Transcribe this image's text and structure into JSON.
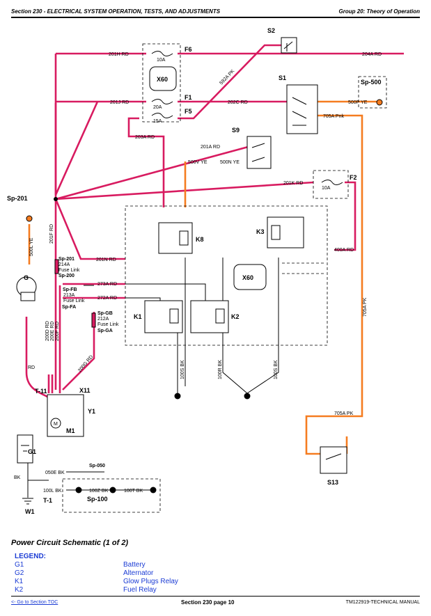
{
  "header": {
    "left": "Section 230 - ELECTRICAL SYSTEM OPERATION, TESTS, AND ADJUSTMENTS",
    "right": "Group 20: Theory of Operation"
  },
  "components": {
    "S2": "S2",
    "S1": "S1",
    "S9": "S9",
    "S13": "S13",
    "Sp500": "Sp-500",
    "X60a": "X60",
    "X60b": "X60",
    "K1": "K1",
    "K2": "K2",
    "K3": "K3",
    "F6": "F6",
    "F1": "F1",
    "F5": "F5",
    "F2": "F2",
    "G": "G",
    "M1": "M1",
    "Y1": "Y1",
    "G1": "G1",
    "W1": "W1",
    "T1": "T-1",
    "T11": "T-11",
    "X11": "X11",
    "Sp201": "Sp-201",
    "Sp050": "Sp-050",
    "Sp100": "Sp-100"
  },
  "wires": {
    "w201H": "201H RD",
    "w204A": "204A RD",
    "w592A": "592A PK",
    "w201J": "201J RD",
    "w202C": "202C RD",
    "w500P": "500P YE",
    "w705Apnk": "705A Pnk",
    "w203A": "203A RD",
    "w201A": "201A RD",
    "w500V": "500V YE",
    "w500N": "500N YE",
    "w201K": "201K RD",
    "w201F": "201F RD",
    "w500L": "500L YE",
    "w201N": "201N RD",
    "w273A": "273A RD",
    "w272A": "272A RD",
    "w400A": "400A RD",
    "w705APK": "705A PK",
    "w705APK2": "705A PK",
    "w200D": "200D RD",
    "w200E": "200E RD",
    "w200F": "200F RD",
    "w200G": "200G RD",
    "w100S": "100S BK",
    "w100R": "100R BK",
    "w100S2": "100S BK",
    "wRD": "RD",
    "wBK": "BK",
    "w050E": "050E BK",
    "w100L": "100L BK",
    "w100Z": "100Z BK",
    "w100T": "100T BK"
  },
  "fuselinks": {
    "a_top": "Sp-201",
    "a_mid": "214A",
    "a_l1": "Fuse Link",
    "a_bot": "Sp-200",
    "b_top": "Sp-FB",
    "b_mid": "213A",
    "b_l1": "Fuse Link",
    "b_bot": "Sp-FA",
    "c_top": "Sp-GB",
    "c_mid": "212A",
    "c_l1": "Fuse Link",
    "c_bot": "Sp-GA"
  },
  "fuses": {
    "f6": "10A",
    "f1": "20A",
    "f5": "15A",
    "f2": "10A"
  },
  "caption": "Power Circuit Schematic (1 of 2)",
  "legend": {
    "title": "LEGEND:",
    "items": [
      {
        "code": "G1",
        "desc": "Battery"
      },
      {
        "code": "G2",
        "desc": "Alternator"
      },
      {
        "code": "K1",
        "desc": "Glow Plugs Relay"
      },
      {
        "code": "K2",
        "desc": "Fuel Relay"
      }
    ]
  },
  "footer": {
    "toc": "<- Go to Section TOC",
    "page": "Section 230 page 10",
    "manual": "TM122919-TECHNICAL MANUAL"
  },
  "colors": {
    "red_wire": "#d81b60",
    "pink_wire": "#f57c20",
    "text": "#000000",
    "legend": "#1a3bd4"
  }
}
